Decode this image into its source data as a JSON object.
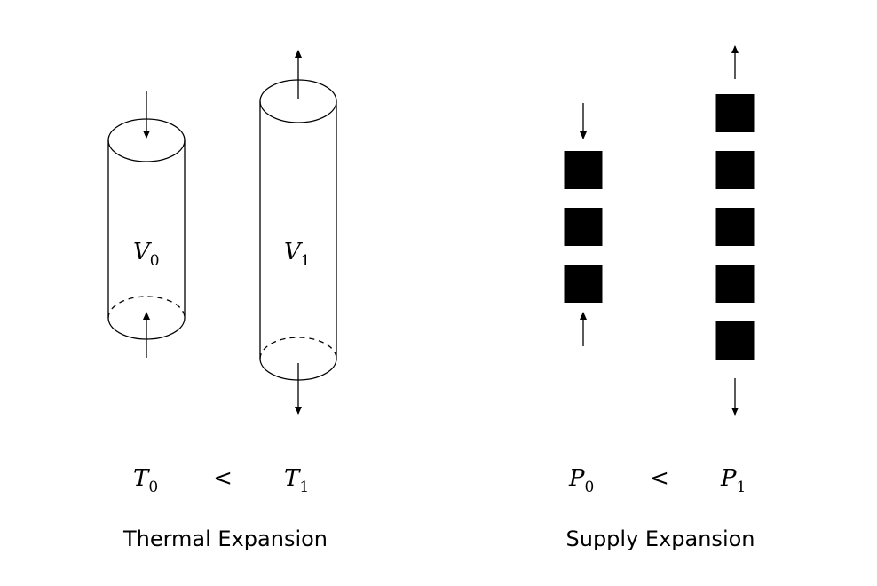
{
  "thermal": {
    "volume_small": {
      "symbol": "V",
      "sub": "0"
    },
    "volume_large": {
      "symbol": "V",
      "sub": "1"
    },
    "temp_left": {
      "symbol": "T",
      "sub": "0"
    },
    "temp_right": {
      "symbol": "T",
      "sub": "1"
    },
    "relation": "<",
    "caption": "Thermal Expansion"
  },
  "supply": {
    "small_stack_blocks": 3,
    "large_stack_blocks": 5,
    "price_left": {
      "symbol": "P",
      "sub": "0"
    },
    "price_right": {
      "symbol": "P",
      "sub": "1"
    },
    "relation": "<",
    "caption": "Supply Expansion"
  },
  "colors": {
    "ink": "#000000",
    "background": "#ffffff"
  }
}
